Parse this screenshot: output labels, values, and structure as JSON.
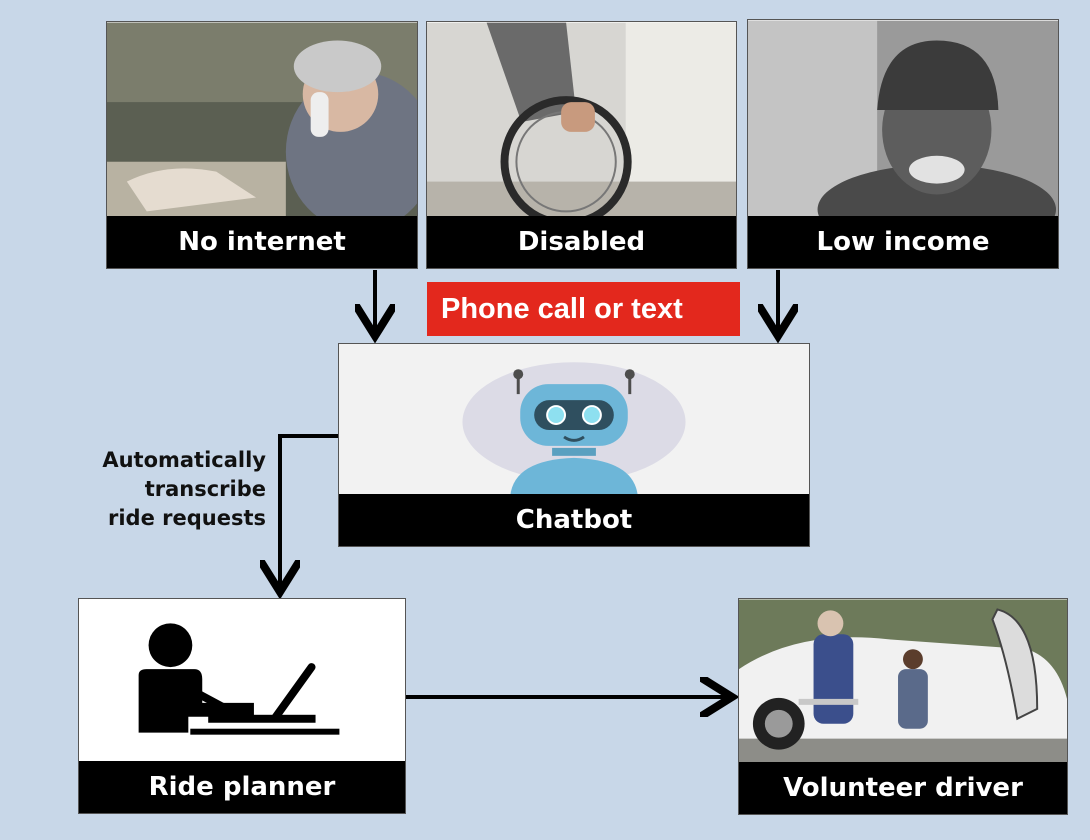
{
  "cards": {
    "no_internet": "No internet",
    "disabled": "Disabled",
    "low_income": "Low income",
    "chatbot": "Chatbot",
    "ride_planner": "Ride planner",
    "volunteer_driver": "Volunteer driver"
  },
  "channel_label": "Phone call or text",
  "transcribe_caption": [
    "Automatically",
    "transcribe",
    "ride requests"
  ],
  "icons": [
    "elderly-woman-phone-photo",
    "wheelchair-photo",
    "elderly-man-photo",
    "robot-icon",
    "person-laptop-icon",
    "volunteer-driver-photo"
  ],
  "colors": {
    "background": "#c8d7e8",
    "label_bar": "#000000",
    "channel_label_bg": "#e3281d",
    "robot": "#6db6d8"
  }
}
